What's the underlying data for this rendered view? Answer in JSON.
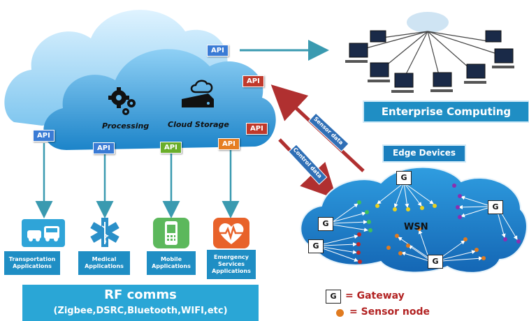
{
  "cloud": {
    "processing_label": "Processing",
    "storage_label": "Cloud Storage"
  },
  "api_label": "API",
  "enterprise": {
    "label": "Enterprise Computing"
  },
  "edge": {
    "title": "Edge Devices",
    "wsn_label": "WSN",
    "gateway_letter": "G"
  },
  "arrows": {
    "sensor_data": "Sensor data",
    "control_data": "Control data"
  },
  "applications": [
    {
      "label": "Transportation Applications",
      "icon": "bus-car-icon"
    },
    {
      "label": "Medical Applications",
      "icon": "medical-star-icon"
    },
    {
      "label": "Mobile Applications",
      "icon": "mobile-phone-icon"
    },
    {
      "label": "Emergency Services Applications",
      "icon": "heartbeat-icon"
    }
  ],
  "rf": {
    "title": "RF comms",
    "subtitle": "(Zigbee,DSRC,Bluetooth,WIFI,etc)"
  },
  "legend": {
    "gateway_symbol": "G",
    "gateway_label": "= Gateway",
    "sensor_label": "= Sensor node"
  },
  "colors": {
    "cloud": "#1f8fd0",
    "api_blue": "#3a7bd5",
    "api_red": "#c0392b",
    "api_green": "#6aae2a",
    "api_orange": "#e67e22",
    "arrow_red": "#b03030",
    "teal_arrow": "#3a9ab0",
    "rf_box": "#2aa6d6",
    "legend_text": "#b22222",
    "sensor_orange": "#e07b20"
  }
}
